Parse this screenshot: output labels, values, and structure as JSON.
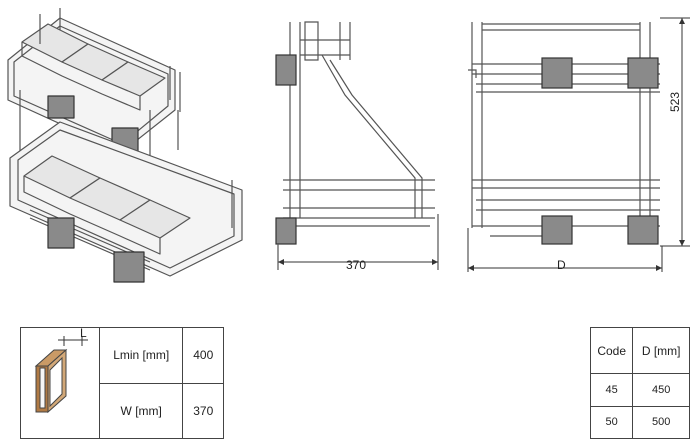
{
  "dimensions": {
    "depth_370": "370",
    "depth_d": "D",
    "height_523": "523",
    "cabinet_l": "L"
  },
  "spec_table": {
    "lmin_label": "Lmin [mm]",
    "lmin_value": "400",
    "w_label": "W [mm]",
    "w_value": "370"
  },
  "code_table": {
    "headers": [
      "Code",
      "D [mm]"
    ],
    "rows": [
      [
        "45",
        "450"
      ],
      [
        "50",
        "500"
      ]
    ]
  },
  "colors": {
    "line": "#555555",
    "clip": "#3a3a3a",
    "basket_fill": "#e6e6e6",
    "cabinet_brown": "#8b5a2b"
  }
}
